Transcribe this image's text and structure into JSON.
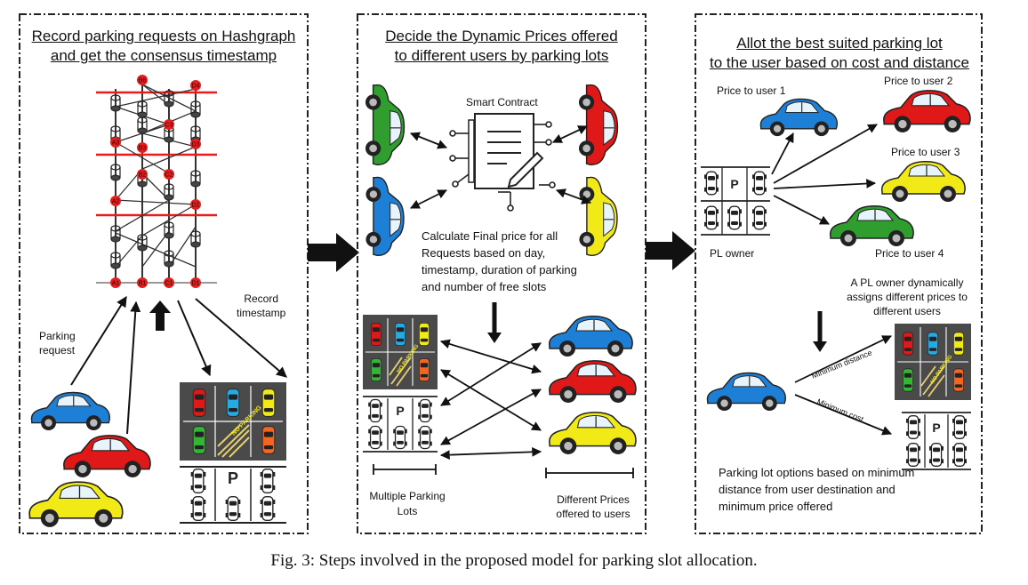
{
  "panels": [
    {
      "title_line1": "Record parking requests on Hashgraph",
      "title_line2": "and get the consensus timestamp",
      "parking_request_line1": "Parking",
      "parking_request_line2": "request",
      "record_timestamp_line1": "Record",
      "record_timestamp_line2": "timestamp",
      "hashgraph_events": [
        "B6",
        "D4",
        "A3",
        "C3",
        "B3",
        "D3",
        "B2",
        "C2",
        "A2",
        "D2",
        "A1",
        "B1",
        "C1",
        "D1"
      ]
    },
    {
      "title_line1": "Decide the Dynamic Prices offered",
      "title_line2": "to different users by parking lots",
      "smart_contract": "Smart Contract",
      "calc_text": "Calculate Final price for all Requests based on day, timestamp, duration of parking and number of free slots",
      "multiple_lots_line1": "Multiple Parking",
      "multiple_lots_line2": "Lots",
      "diff_prices_line1": "Different Prices",
      "diff_prices_line2": "offered to users"
    },
    {
      "title_line1": "Allot the best suited parking lot",
      "title_line2": "to the user based on cost and distance",
      "price_user1": "Price to user 1",
      "price_user2": "Price to user 2",
      "price_user3": "Price to user 3",
      "price_user4": "Price to user 4",
      "pl_owner": "PL owner",
      "dynamic_text": "A PL owner dynamically assigns different prices to different users",
      "min_distance": "Minimum distance",
      "min_cost": "Minimum cost",
      "options_text": "Parking lot options based on minimum distance from user destination and minimum price offered"
    }
  ],
  "parking_marks": {
    "p_letter": "P",
    "no_parking": "NO PARKING"
  },
  "caption": "Fig. 3: Steps involved in the proposed model for parking slot allocation.",
  "colors": {
    "blue": "#1e7fd6",
    "red": "#e01818",
    "yellow": "#f2ea17",
    "green": "#2f9e2f",
    "hashgraph_red": "#e81c1c"
  }
}
